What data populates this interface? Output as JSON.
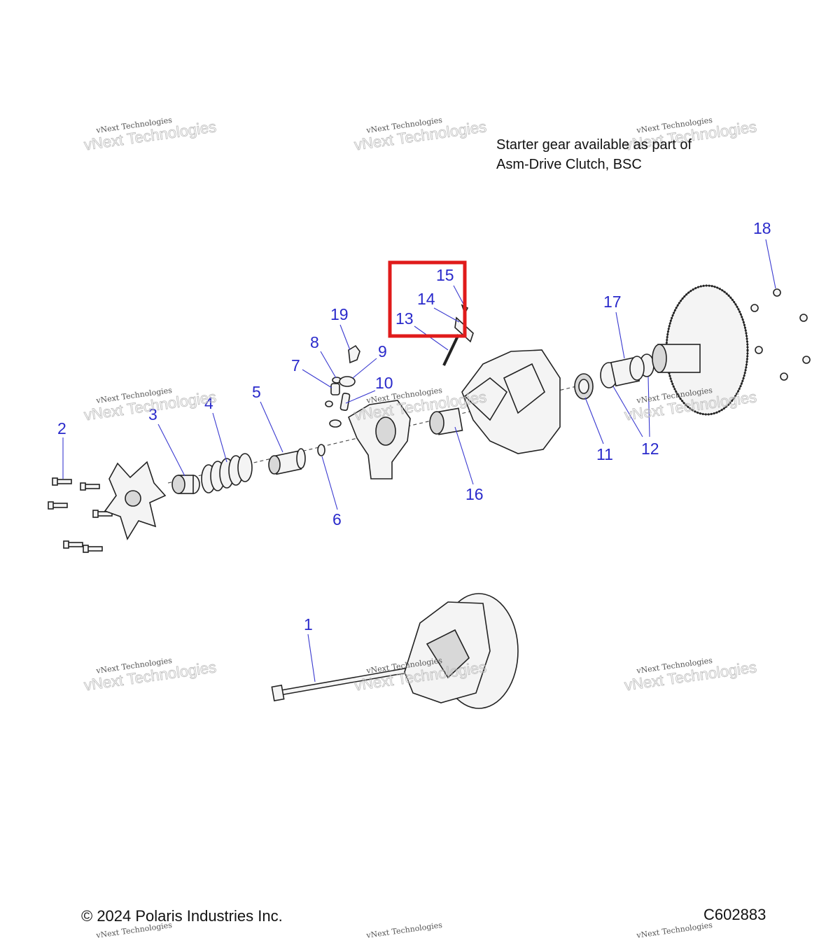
{
  "note": {
    "line1": "Starter gear available as part of",
    "line2": "Asm-Drive Clutch, BSC"
  },
  "footer": {
    "copyright": "© 2024 Polaris Industries Inc.",
    "figure_code": "C602883"
  },
  "watermark": {
    "line1": "vNext Technologies",
    "line2": "vNext Technologies"
  },
  "callouts": {
    "c1": "1",
    "c2": "2",
    "c3": "3",
    "c4": "4",
    "c5": "5",
    "c6": "6",
    "c7": "7",
    "c8": "8",
    "c9": "9",
    "c10": "10",
    "c11": "11",
    "c12": "12",
    "c13": "13",
    "c14": "14",
    "c15": "15",
    "c16": "16",
    "c17": "17",
    "c18": "18",
    "c19": "19"
  },
  "colors": {
    "callout": "#2a2acb",
    "highlight": "#e01b1b",
    "line": "#222222"
  }
}
